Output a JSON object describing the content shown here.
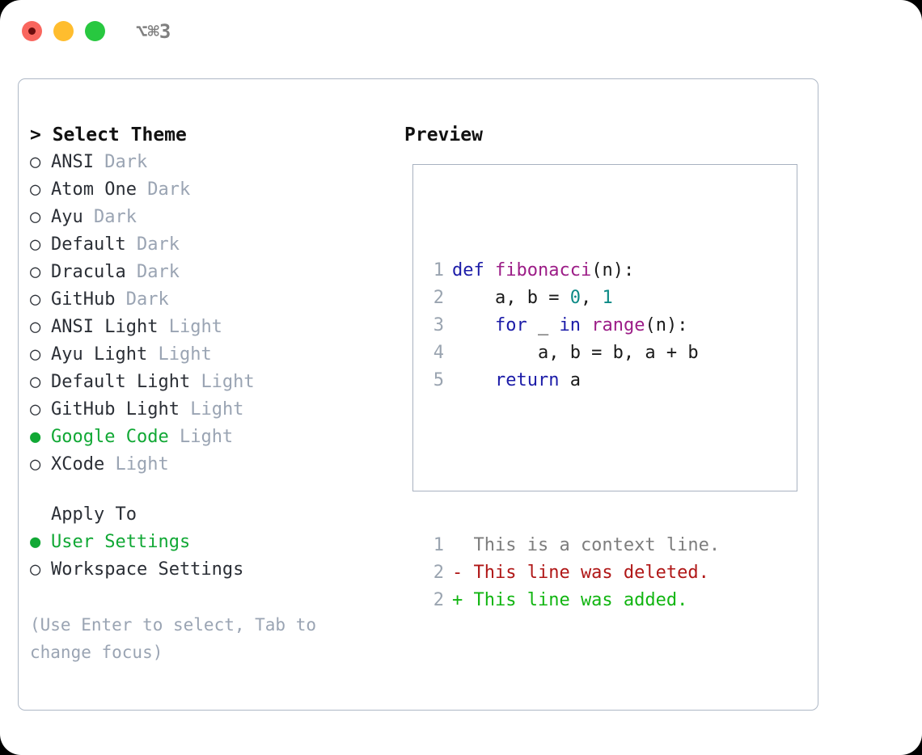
{
  "titlebar": {
    "shortcut": "⌥⌘3",
    "buttons": [
      "close",
      "minimize",
      "maximize"
    ]
  },
  "theme_picker": {
    "heading": "> Select Theme",
    "marker_unselected": "○",
    "marker_selected": "●",
    "items": [
      {
        "marker": "○",
        "label": "ANSI",
        "tag": "Dark",
        "selected": false
      },
      {
        "marker": "○",
        "label": "Atom One",
        "tag": "Dark",
        "selected": false
      },
      {
        "marker": "○",
        "label": "Ayu",
        "tag": "Dark",
        "selected": false
      },
      {
        "marker": "○",
        "label": "Default",
        "tag": "Dark",
        "selected": false
      },
      {
        "marker": "○",
        "label": "Dracula",
        "tag": "Dark",
        "selected": false
      },
      {
        "marker": "○",
        "label": "GitHub",
        "tag": "Dark",
        "selected": false
      },
      {
        "marker": "○",
        "label": "ANSI Light",
        "tag": "Light",
        "selected": false
      },
      {
        "marker": "○",
        "label": "Ayu Light",
        "tag": "Light",
        "selected": false
      },
      {
        "marker": "○",
        "label": "Default Light",
        "tag": "Light",
        "selected": false
      },
      {
        "marker": "○",
        "label": "GitHub Light",
        "tag": "Light",
        "selected": false
      },
      {
        "marker": "●",
        "label": "Google Code",
        "tag": "Light",
        "selected": true
      },
      {
        "marker": "○",
        "label": "XCode",
        "tag": "Light",
        "selected": false
      }
    ]
  },
  "apply_to": {
    "heading": "Apply To",
    "items": [
      {
        "marker": "●",
        "label": "User Settings",
        "selected": true
      },
      {
        "marker": "○",
        "label": "Workspace Settings",
        "selected": false
      }
    ]
  },
  "hint": "(Use Enter to select, Tab to change focus)",
  "preview": {
    "title": "Preview",
    "code_lines": [
      {
        "n": "1",
        "tokens": [
          {
            "t": "def ",
            "c": "kw"
          },
          {
            "t": "fibonacci",
            "c": "fn"
          },
          {
            "t": "(n):",
            "c": "plain"
          }
        ]
      },
      {
        "n": "2",
        "tokens": [
          {
            "t": "    a, b = ",
            "c": "plain"
          },
          {
            "t": "0",
            "c": "num"
          },
          {
            "t": ", ",
            "c": "plain"
          },
          {
            "t": "1",
            "c": "num"
          }
        ]
      },
      {
        "n": "3",
        "tokens": [
          {
            "t": "    ",
            "c": "plain"
          },
          {
            "t": "for",
            "c": "kw"
          },
          {
            "t": " _ ",
            "c": "plain"
          },
          {
            "t": "in",
            "c": "kw"
          },
          {
            "t": " ",
            "c": "plain"
          },
          {
            "t": "range",
            "c": "fn"
          },
          {
            "t": "(n):",
            "c": "plain"
          }
        ]
      },
      {
        "n": "4",
        "tokens": [
          {
            "t": "        a, b = b, a + b",
            "c": "plain"
          }
        ]
      },
      {
        "n": "5",
        "tokens": [
          {
            "t": "    ",
            "c": "plain"
          },
          {
            "t": "return",
            "c": "kw"
          },
          {
            "t": " a",
            "c": "plain"
          }
        ]
      }
    ],
    "diff_lines": [
      {
        "n": "1",
        "text": "  This is a context line.",
        "kind": "diff-ctx"
      },
      {
        "n": "2",
        "text": "- This line was deleted.",
        "kind": "diff-del"
      },
      {
        "n": "2",
        "text": "+ This line was added.",
        "kind": "diff-add"
      }
    ]
  },
  "colors": {
    "accent_green": "#11a835",
    "muted": "#9aa4b3",
    "keyword": "#1c1ca8",
    "function": "#9c1d87",
    "number": "#0c8a86",
    "diff_added": "#11b511",
    "diff_deleted": "#b01717",
    "border": "#aeb8c6"
  }
}
